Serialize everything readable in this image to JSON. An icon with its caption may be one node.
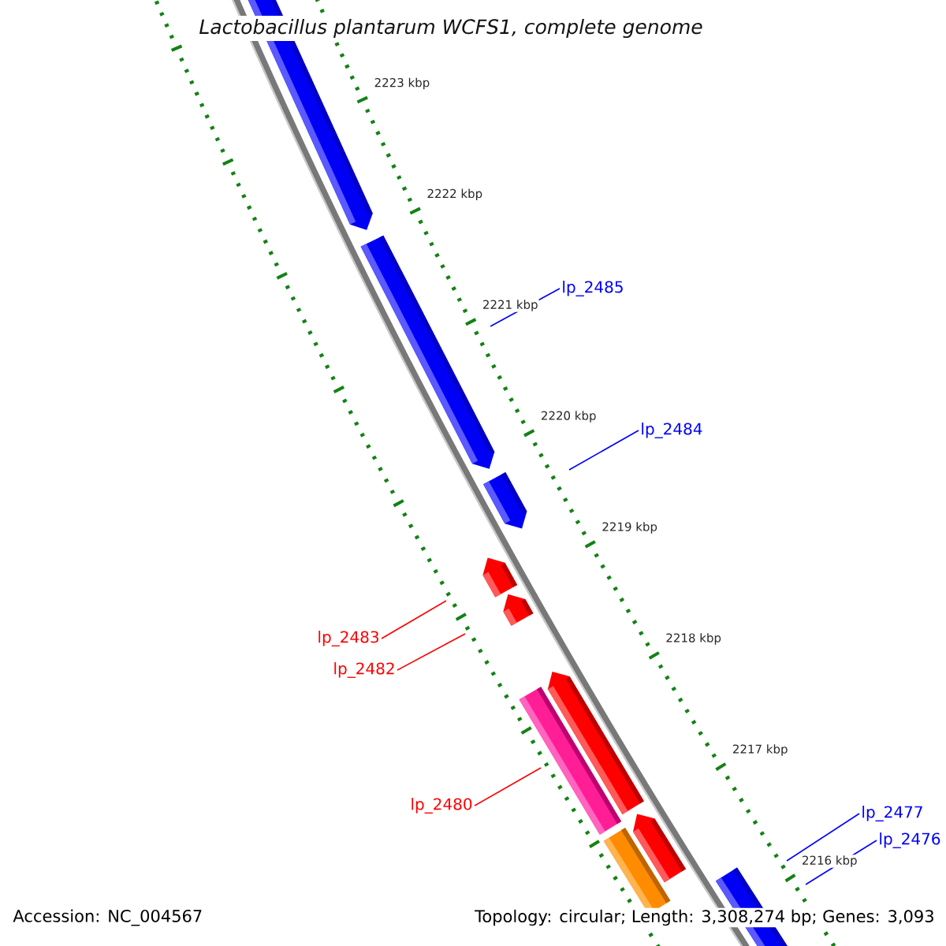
{
  "diagram": {
    "title": "Lactobacillus plantarum WCFS1, complete genome",
    "nodes": [
      {
        "text": [
          "lp_2485"
        ]
      },
      {
        "text": [
          "lp_2484"
        ]
      },
      {
        "text": [
          "lp_2483"
        ]
      },
      {
        "text": [
          "lp_2482"
        ]
      },
      {
        "text": [
          "lp_2480"
        ]
      },
      {
        "text": [
          "lp_2477"
        ]
      },
      {
        "text": [
          "lp_2476"
        ]
      }
    ],
    "edges": [
      {
        "from": 0,
        "to": null,
        "arrow": "none"
      },
      {
        "from": 1,
        "to": null,
        "arrow": "none"
      },
      {
        "from": 2,
        "to": null,
        "arrow": "none",
        "color": "#ff0000"
      },
      {
        "from": 3,
        "to": null,
        "arrow": "none",
        "color": "#ff0000"
      },
      {
        "from": 4,
        "to": null,
        "arrow": "none",
        "color": "#ff0000"
      },
      {
        "from": 5,
        "to": null,
        "arrow": "none"
      },
      {
        "from": 6,
        "to": null,
        "arrow": "none"
      }
    ],
    "labels": [
      "2223 kbp",
      "2222 kbp",
      "2221 kbp",
      "2220 kbp",
      "2219 kbp",
      "2218 kbp",
      "2217 kbp",
      "2216 kbp",
      "Accession: NC_004567",
      "Topology: circular; Length: 3,308,274 bp; Genes: 3,093"
    ]
  }
}
